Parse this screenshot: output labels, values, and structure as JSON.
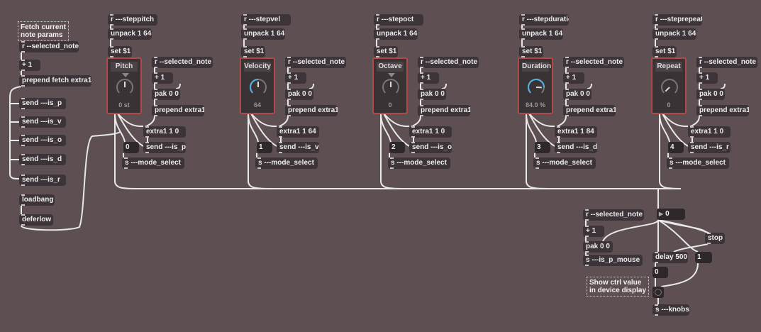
{
  "comments": {
    "fetch_note": "Fetch current\nnote params",
    "show_ctrl": "Show ctrl value\nin device display"
  },
  "left": {
    "r_selected_note": "r --selected_note",
    "plus1": "+ 1",
    "prepend_fetch": "prepend fetch extra1",
    "send_p": "send ---is_p",
    "send_v": "send ---is_v",
    "send_o": "send ---is_o",
    "send_d": "send ---is_d",
    "send_r": "send ---is_r",
    "loadbang": "loadbang",
    "deferlow": "deferlow"
  },
  "columns": [
    {
      "receive": "r ---steppitch",
      "unpack": "unpack 1 64",
      "set": "set $1",
      "dial_label": "Pitch",
      "dial_value": "0 st",
      "dial_fraction": 0.5,
      "r_sel": "r --selected_note",
      "plus1": "+ 1",
      "pak": "pak 0 0",
      "prepend": "prepend extra1",
      "extra": "extra1 1 0",
      "send": "send ---is_p",
      "mode_num": "0",
      "mode_send": "s ---mode_select"
    },
    {
      "receive": "r ---stepvel",
      "unpack": "unpack 1 64",
      "set": "set $1",
      "dial_label": "Velocity",
      "dial_value": "64",
      "dial_fraction": 0.5,
      "r_sel": "r --selected_note",
      "plus1": "+ 1",
      "pak": "pak 0 0",
      "prepend": "prepend extra1",
      "extra": "extra1 1 64",
      "send": "send ---is_v",
      "mode_num": "1",
      "mode_send": "s ---mode_select"
    },
    {
      "receive": "r ---stepoct",
      "unpack": "unpack 1 64",
      "set": "set $1",
      "dial_label": "Octave",
      "dial_value": "0",
      "dial_fraction": 0.5,
      "r_sel": "r --selected_note",
      "plus1": "+ 1",
      "pak": "pak 0 0",
      "prepend": "prepend extra1",
      "extra": "extra1 1 0",
      "send": "send ---is_o",
      "mode_num": "2",
      "mode_send": "s ---mode_select"
    },
    {
      "receive": "r ---stepduration",
      "unpack": "unpack 1 64",
      "set": "set $1",
      "dial_label": "Duration",
      "dial_value": "84.0 %",
      "dial_fraction": 0.84,
      "r_sel": "r --selected_note",
      "plus1": "+ 1",
      "pak": "pak 0 0",
      "prepend": "prepend extra1",
      "extra": "extra1 1 84",
      "send": "send ---is_d",
      "mode_num": "3",
      "mode_send": "s ---mode_select"
    },
    {
      "receive": "r ---steprepeat",
      "unpack": "unpack 1 64",
      "set": "set $1",
      "dial_label": "Repeat",
      "dial_value": "0",
      "dial_fraction": 0.0,
      "r_sel": "r --selected_note",
      "plus1": "+ 1",
      "pak": "pak 0 0",
      "prepend": "prepend extra1",
      "extra": "extra1 1 0",
      "send": "send ---is_r",
      "mode_num": "4",
      "mode_send": "s ---mode_select"
    }
  ],
  "bottom": {
    "r_sel": "r --selected_note",
    "plus1": "+ 1",
    "pak": "pak 0 0",
    "send_mouse": "s ---is_p_mouse",
    "main_num": "0",
    "stop": "stop",
    "delay": "delay 500",
    "one": "1",
    "zero": "0",
    "knobs": "s ---knobs"
  },
  "colors": {
    "background": "#5d4f52",
    "object": "#3c3438",
    "cord": "#e8e8e8",
    "dial_border": "#b04a4a",
    "dial_accent": "#4fb4e8"
  }
}
